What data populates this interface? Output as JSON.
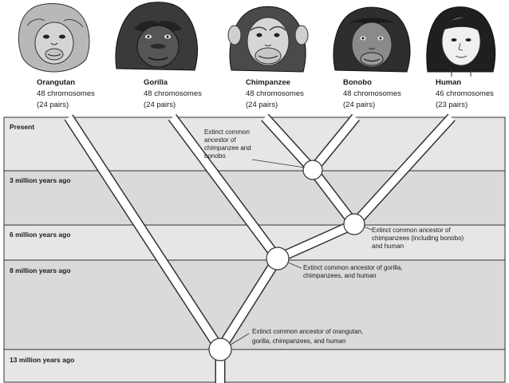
{
  "species": [
    {
      "name": "Orangutan",
      "chromosomes": "48 chromosomes",
      "pairs": "(24 pairs)"
    },
    {
      "name": "Gorilla",
      "chromosomes": "48 chromosomes",
      "pairs": "(24 pairs)"
    },
    {
      "name": "Chimpanzee",
      "chromosomes": "48 chromosomes",
      "pairs": "(24 pairs)"
    },
    {
      "name": "Bonobo",
      "chromosomes": "48 chromosomes",
      "pairs": "(24 pairs)"
    },
    {
      "name": "Human",
      "chromosomes": "46 chromosomes",
      "pairs": "(23 pairs)"
    }
  ],
  "timeline": [
    {
      "label": "Present"
    },
    {
      "label": "3 million years ago"
    },
    {
      "label": "6 million years ago"
    },
    {
      "label": "8 million years ago"
    },
    {
      "label": "13 million years ago"
    }
  ],
  "ancestors": [
    {
      "lines": [
        "Extinct common",
        "ancestor of",
        "chimpanzee and",
        "bonobo"
      ]
    },
    {
      "lines": [
        "Extinct common ancestor of",
        "chimpanzees (including bonobo)",
        "and human"
      ]
    },
    {
      "lines": [
        "Extinct common ancestor of gorilla,",
        "chimpanzees, and human"
      ]
    },
    {
      "lines": [
        "Extinct common ancestor of orangutan,",
        "gorilla, chimpanzees, and human"
      ]
    }
  ],
  "colors": {
    "band_light": "#e4e4e4",
    "band_dark": "#d2d2d2",
    "branch": "#ffffff",
    "outline": "#222222"
  },
  "portraits": [
    "orangutan-portrait",
    "gorilla-portrait",
    "chimpanzee-portrait",
    "bonobo-portrait",
    "human-portrait"
  ]
}
